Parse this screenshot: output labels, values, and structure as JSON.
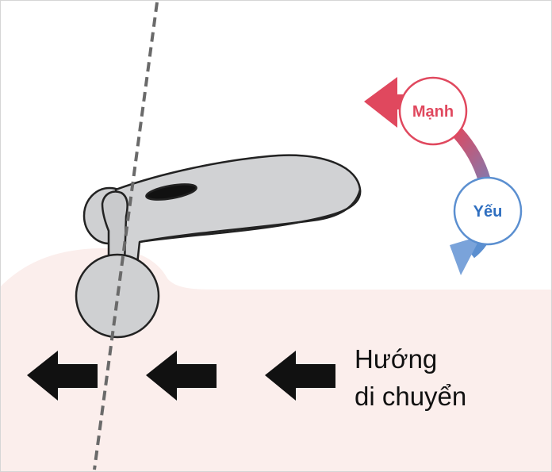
{
  "strength": {
    "strong_label": "Mạnh",
    "weak_label": "Yếu",
    "strong_color": "#e0485e",
    "weak_color": "#5b8fd0"
  },
  "movement": {
    "line1": "Hướng",
    "line2": "di chuyển",
    "arrow_count": 3,
    "arrow_color": "#111111"
  },
  "colors": {
    "skin": "#fbeeec",
    "device": "#cfd0d2",
    "outline": "#222222",
    "axis_line": "#6a6a6a"
  }
}
